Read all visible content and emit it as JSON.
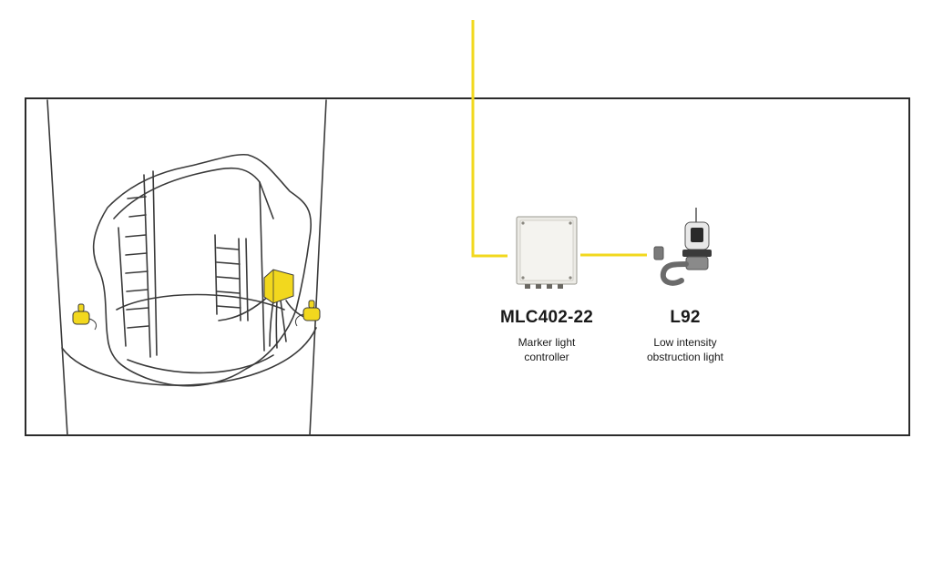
{
  "colors": {
    "accent": "#f2d81e",
    "frame": "#2b2b2b",
    "sketch": "#3a3a3a"
  },
  "devices": {
    "controller": {
      "title": "MLC402-22",
      "line1": "Marker light",
      "line2": "controller",
      "icon": "controller-box-icon"
    },
    "light": {
      "title": "L92",
      "line1": "Low intensity",
      "line2": "obstruction light",
      "icon": "obstruction-light-icon"
    }
  }
}
